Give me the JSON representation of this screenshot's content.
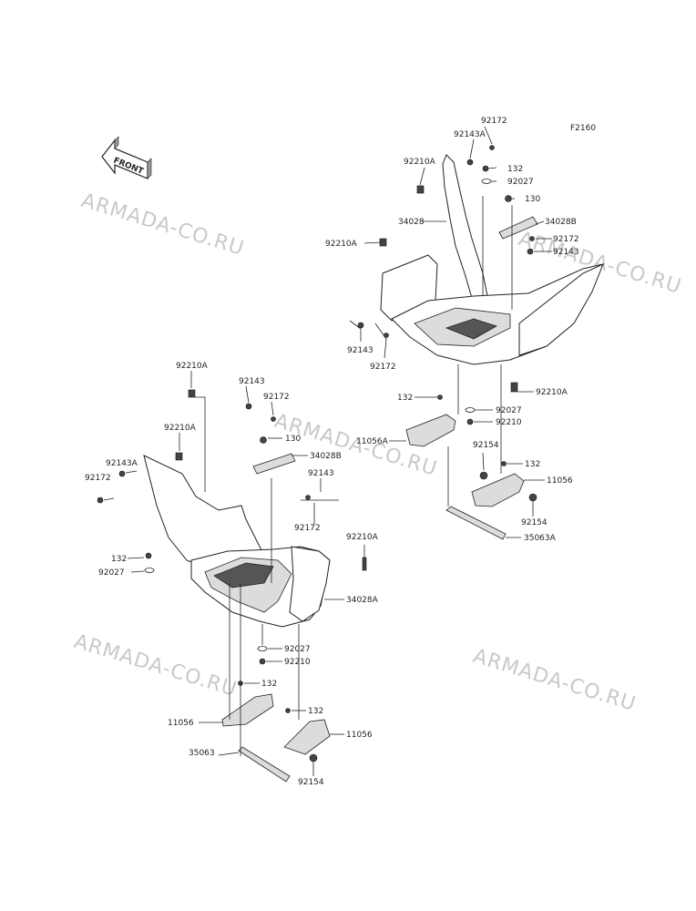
{
  "figure_code": "F2160",
  "front_label": "FRONT",
  "watermark_text": "ARMADA-CO.RU",
  "part_labels": {
    "r_92172_top": "92172",
    "r_92143A_top": "92143A",
    "r_92210A_top": "92210A",
    "r_132_top": "132",
    "r_92027_top": "92027",
    "r_130": "130",
    "r_34028": "34028",
    "r_34028B": "34028B",
    "r_92210A_mid": "92210A",
    "r_92172_mid": "92172",
    "r_92143_mid": "92143",
    "r_92143_low": "92143",
    "r_92172_low": "92172",
    "r_92210A_low": "92210A",
    "r_132_low": "132",
    "r_92027_low": "92027",
    "r_92210_low": "92210",
    "r_11056A": "11056A",
    "r_92154_a": "92154",
    "r_132_c": "132",
    "r_11056": "11056",
    "r_92154_b": "92154",
    "r_35063A": "35063A",
    "l_92210A_top": "92210A",
    "l_92143_top": "92143",
    "l_92172_top": "92172",
    "l_92210A_mid": "92210A",
    "l_130": "130",
    "l_34028B": "34028B",
    "l_92143A": "92143A",
    "l_92172_side": "92172",
    "l_92143_mid": "92143",
    "l_92172_mid": "92172",
    "l_92210A_right": "92210A",
    "l_132_a": "132",
    "l_92027_a": "92027",
    "l_34028A": "34028A",
    "l_92027_b": "92027",
    "l_92210": "92210",
    "l_132_b": "132",
    "l_11056_a": "11056",
    "l_132_c": "132",
    "l_11056_b": "11056",
    "l_35063": "35063",
    "l_92154": "92154"
  }
}
